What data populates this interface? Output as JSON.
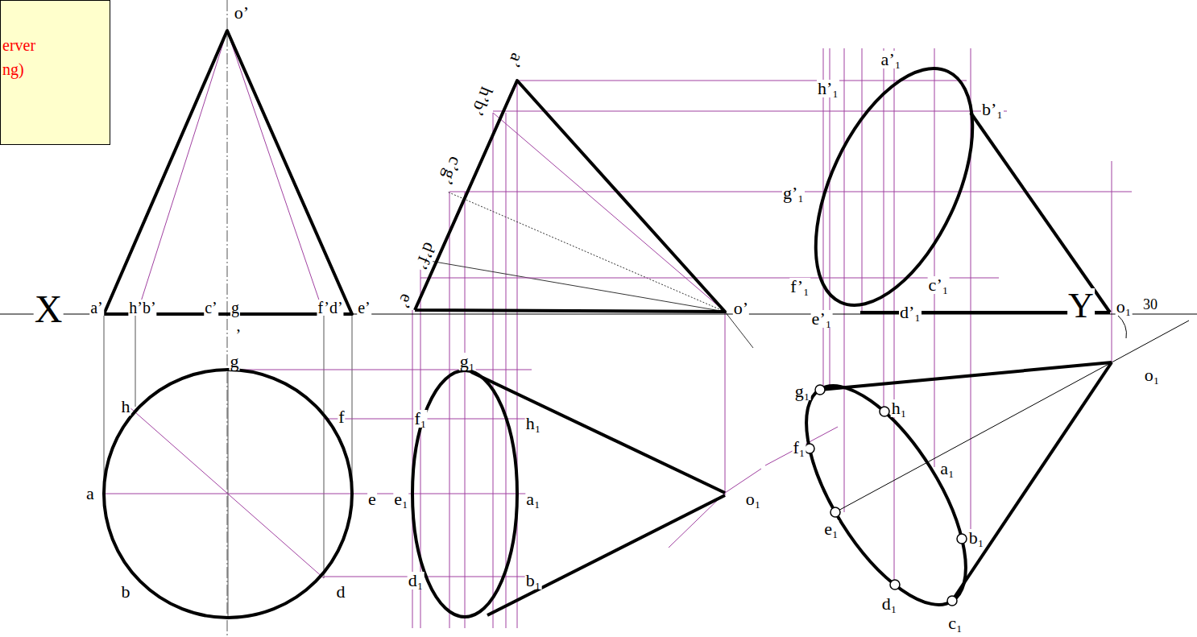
{
  "diagram": {
    "nodes": [
      {
        "text": [
          "erver ng)"
        ]
      }
    ],
    "labels": [
      "o’",
      "X",
      "a’",
      "h’b’",
      "c’",
      "g",
      ",",
      "f’d’",
      "e’",
      "g",
      "h",
      "f",
      "a",
      "e",
      "b",
      "d",
      "a’",
      "h’b’",
      "c’g’",
      "d’f’",
      "e’",
      "o’",
      "g₁",
      "f₁",
      "h₁",
      "e₁",
      "a₁",
      "d₁",
      "b₁",
      "o₁",
      "a’₁",
      "h’₁",
      "b’₁",
      "g’₁",
      "f’₁",
      "c’₁",
      "e’₁",
      "d’₁",
      "Y",
      "o₁",
      "30",
      "g₁",
      "h₁",
      "f₁",
      "a₁",
      "e₁",
      "b₁",
      "d₁",
      "c₁",
      "o₁"
    ]
  }
}
